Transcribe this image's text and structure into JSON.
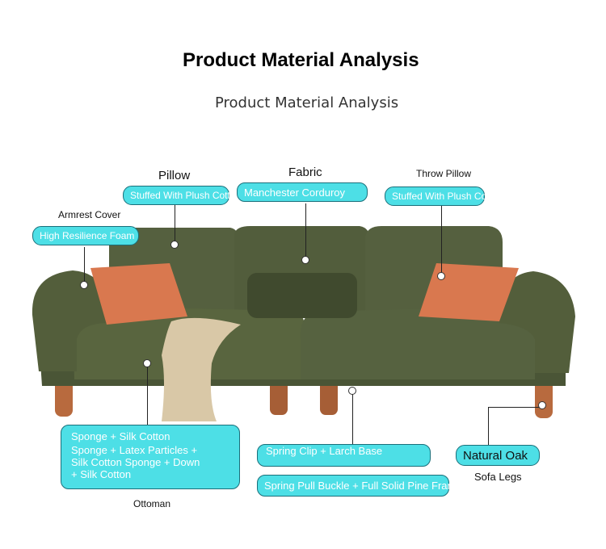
{
  "header": {
    "title": "Product Material Analysis",
    "subtitle": "Product Material Analysis"
  },
  "callouts": {
    "pillow": {
      "title": "Pillow",
      "material": "Stuffed With Plush Cotton"
    },
    "fabric": {
      "title": "Fabric",
      "material": "Manchester Corduroy"
    },
    "throw_pillow": {
      "title": "Throw Pillow",
      "material": "Stuffed With Plush Cotton"
    },
    "armrest_cover": {
      "title": "Armrest Cover",
      "material": "High Resilience Foam"
    },
    "seat_cushion": {
      "title": "Ottoman",
      "line1": "Sponge + Silk Cotton",
      "line2": "Sponge + Latex Particles +",
      "line3": "Silk Cotton Sponge + Down",
      "line4": "+ Silk Cotton"
    },
    "frame": {
      "material1": "Spring Clip + Larch Base",
      "material2": "Spring Pull Buckle + Full Solid Pine Frame"
    },
    "sofa_legs": {
      "title": "Sofa Legs",
      "material": "Natural Oak"
    }
  },
  "colors": {
    "pill_fill": "#4ddfe6",
    "pill_border": "#1a6f7a",
    "sofa_green": "#4f5a3a",
    "pillow_orange": "#d9784f",
    "leg_wood": "#b86a3e"
  }
}
